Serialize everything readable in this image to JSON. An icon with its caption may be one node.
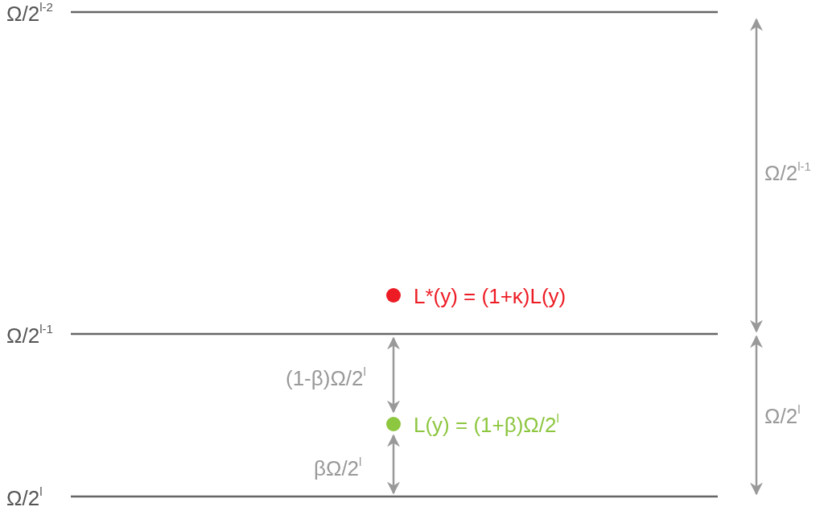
{
  "diagram": {
    "labels": [
      "Ω/2$^{l-2}$",
      "Ω/2$^{l-1}$",
      "L*(y) = (1+κ)L(y)",
      "Ω/2$^{l-1}$",
      "(1-β)Ω/2$^{l}$",
      "L(y) = (1+β)Ω/2$^{l}$",
      "Ω/2$^{l}$",
      "βΩ/2$^{l}$",
      "Ω/2$^{l}$"
    ]
  }
}
